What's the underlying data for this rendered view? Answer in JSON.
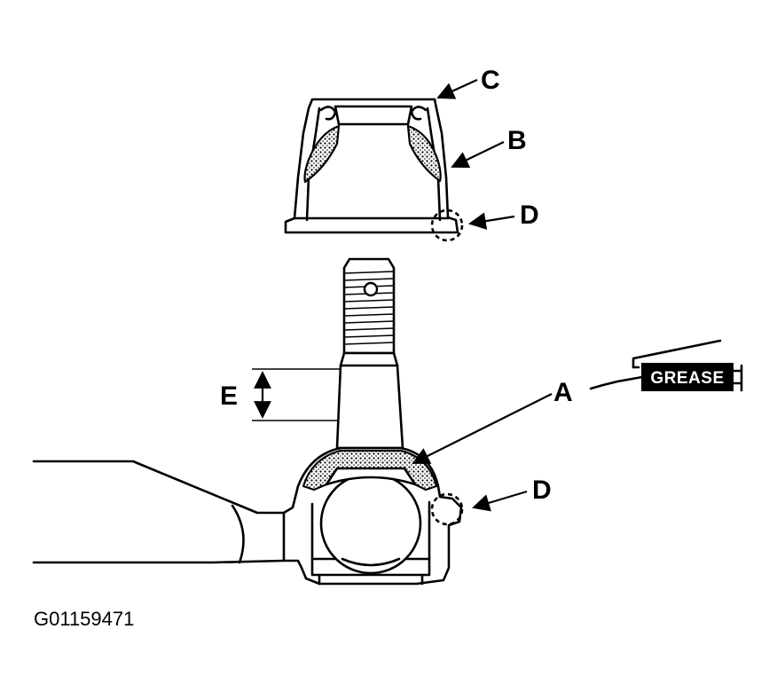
{
  "labels": {
    "a": "A",
    "b": "B",
    "c": "C",
    "d_top": "D",
    "d_bottom": "D",
    "e": "E"
  },
  "grease_gun": {
    "label": "GREASE"
  },
  "figure_code": "G01159471"
}
